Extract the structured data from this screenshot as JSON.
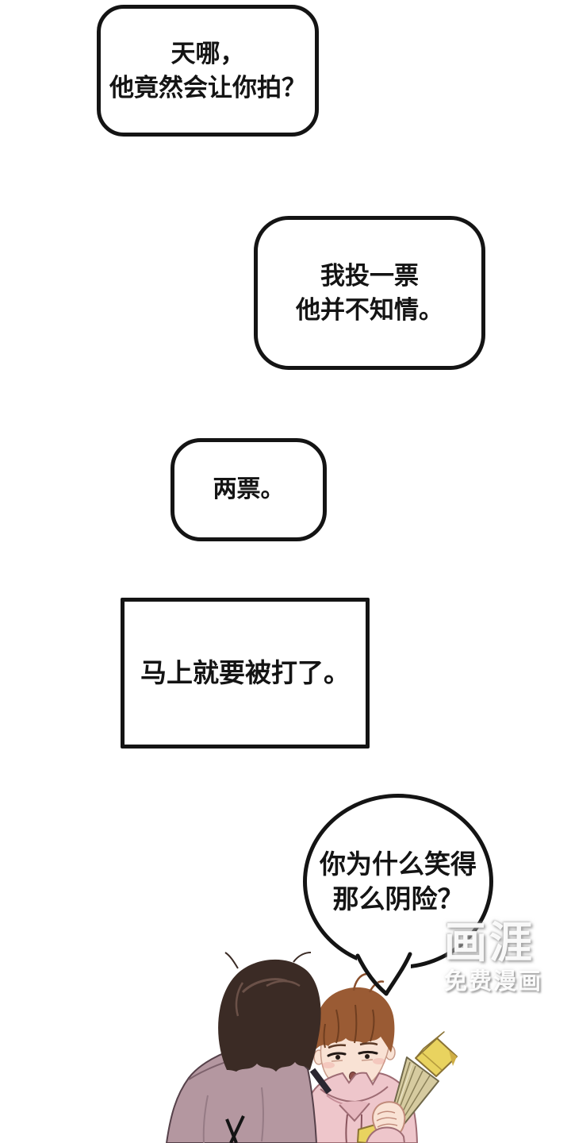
{
  "bubbles": [
    {
      "id": "bubble-1",
      "shape": "rounded-rect",
      "lines": [
        "天哪，",
        "他竟然会让你拍？"
      ]
    },
    {
      "id": "bubble-2",
      "shape": "rounded-rect",
      "lines": [
        "我投一票",
        "他并不知情。"
      ]
    },
    {
      "id": "bubble-3",
      "shape": "rounded-rect",
      "lines": [
        "两票。"
      ]
    },
    {
      "id": "bubble-4",
      "shape": "rect",
      "lines": [
        "马上就要被打了。"
      ]
    },
    {
      "id": "bubble-5",
      "shape": "ellipse-with-tail",
      "lines": [
        "你为什么笑得",
        "那么阴险？"
      ]
    }
  ],
  "watermark": {
    "logo": "画涯",
    "tagline": "免费漫画"
  },
  "colors": {
    "ink": "#141414",
    "bubble_fill": "#ffffff",
    "man_hair": "#3b2b25",
    "man_jacket": "#b497a0",
    "boy_hair": "#9a5b34",
    "boy_hoodie": "#eec6cb",
    "skin": "#f9e2d4",
    "fan_strands": "#d6cba0",
    "fan_cap": "#e9d35f",
    "watermark_color": "#ffffff"
  }
}
